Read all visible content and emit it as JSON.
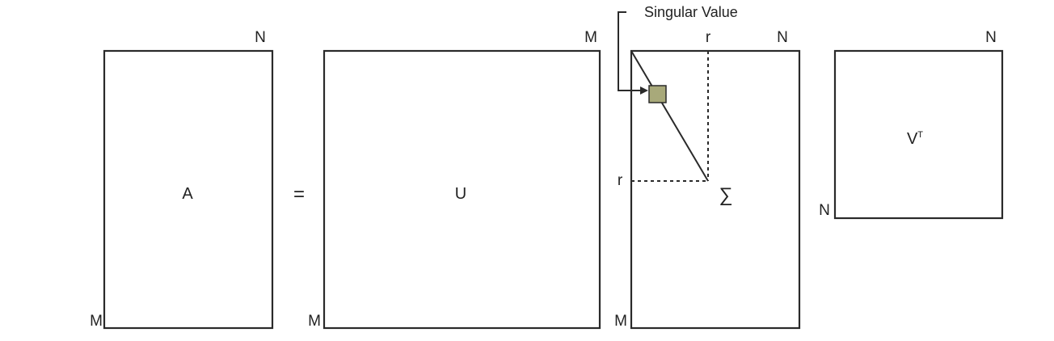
{
  "matrices": {
    "a": {
      "name": "A",
      "top_dim": "N",
      "side_dim": "M"
    },
    "u": {
      "name": "U",
      "top_dim": "M",
      "side_dim": "M"
    },
    "sigma": {
      "symbol": "∑",
      "top_dim": "N",
      "side_dim": "M",
      "rank_top": "r",
      "rank_side": "r"
    },
    "vt": {
      "name": "V",
      "superscript": "T",
      "top_dim": "N",
      "side_dim": "N"
    }
  },
  "operator": "=",
  "callout": {
    "label": "Singular Value"
  },
  "colors": {
    "singular_value_fill": "#a8a97a",
    "stroke": "#2a2a2a"
  }
}
